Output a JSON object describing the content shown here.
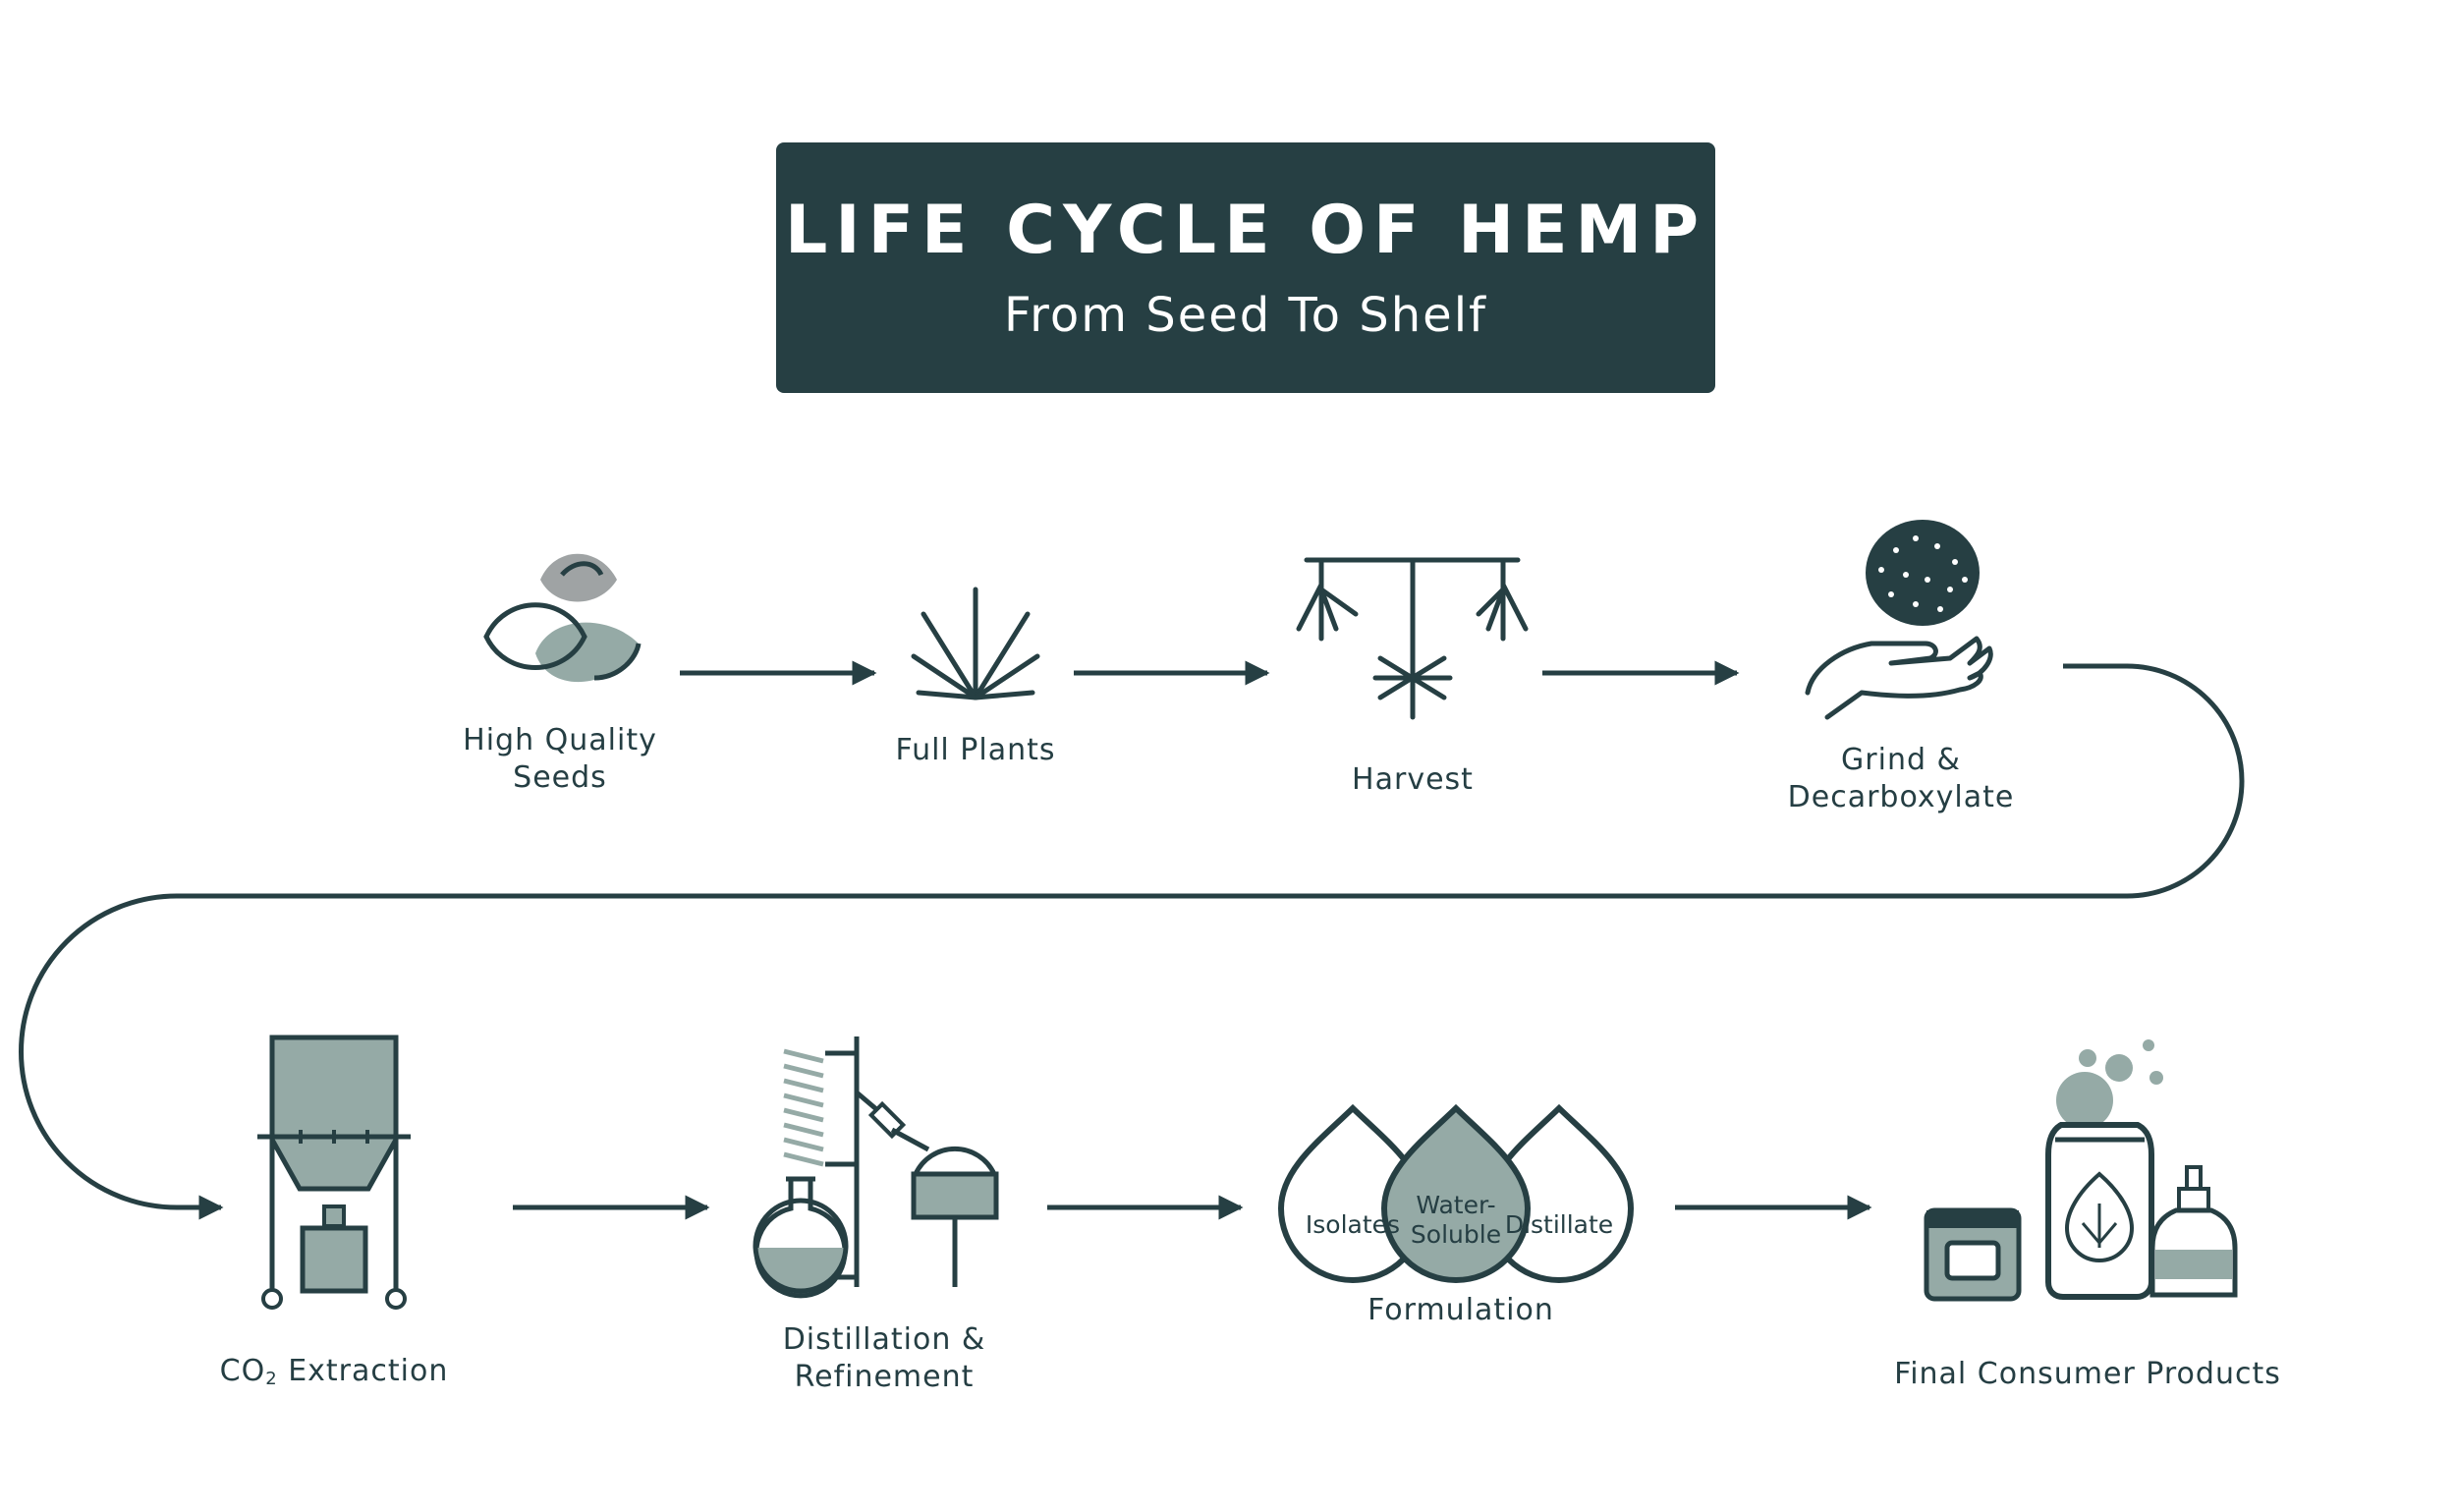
{
  "header": {
    "title": "LIFE CYCLE OF HEMP",
    "subtitle": "From Seed To Shelf"
  },
  "steps": [
    {
      "line1": "High Quality",
      "line2": "Seeds",
      "icon": "seeds-icon"
    },
    {
      "line1": "Full Plants",
      "line2": "",
      "icon": "hemp-leaf-icon"
    },
    {
      "line1": "Harvest",
      "line2": "",
      "icon": "hanging-plants-icon"
    },
    {
      "line1": "Grind &",
      "line2": "Decarboxylate",
      "icon": "ground-hemp-in-hand-icon"
    },
    {
      "line1_prefix": "CO",
      "line1_subscript": "2",
      "line1_suffix": " Extraction",
      "icon": "co2-extractor-icon"
    },
    {
      "line1": "Distillation &",
      "line2": "Refinement",
      "icon": "distillation-apparatus-icon"
    },
    {
      "line1": "Formulation",
      "line2": "",
      "icon": "droplets-icon"
    },
    {
      "line1": "Final Consumer Products",
      "line2": "",
      "icon": "consumer-products-icon"
    }
  ],
  "formulation_drops": {
    "left": "Isolates",
    "center_line1": "Water-",
    "center_line2": "Soluble",
    "right": "Distillate"
  },
  "colors": {
    "dark": "#263f43",
    "sage": "#95aaa6",
    "gray": "#9fa3a4",
    "background": "#ffffff"
  }
}
